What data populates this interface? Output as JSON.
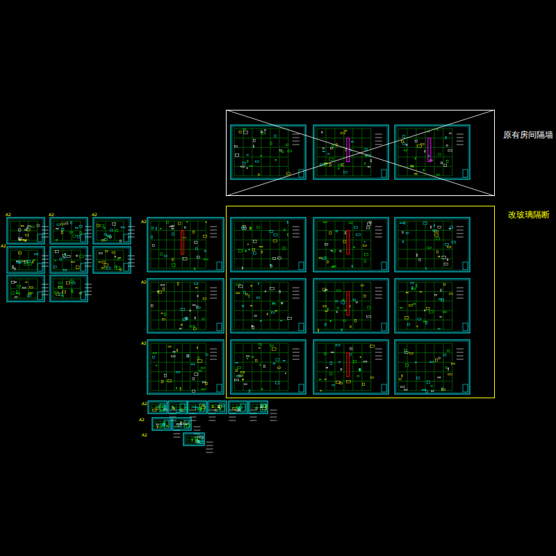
{
  "diagram": {
    "nodes": [
      {
        "text": [
          "原有房间隔墙"
        ]
      },
      {
        "text": [
          "改玻璃隔断"
        ]
      }
    ],
    "labels": [
      "A2",
      "A2",
      "A2",
      "A2",
      "A2",
      "A2",
      "A2",
      "A2",
      "A2",
      "A2"
    ]
  }
}
